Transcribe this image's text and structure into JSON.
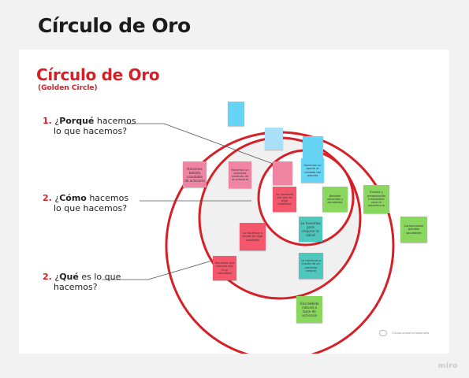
{
  "page_title": "Círculo de Oro",
  "board": {
    "title": "Círculo de Oro",
    "subtitle": "(Golden Circle)"
  },
  "questions": [
    {
      "num": "1.",
      "pre": "¿",
      "bold": "Porqué",
      "rest": " hacemos",
      "line2": "lo que hacemos?"
    },
    {
      "num": "2.",
      "pre": "¿",
      "bold": "Cómo",
      "rest": " hacemos",
      "line2": "lo que hacemos?"
    },
    {
      "num": "2.",
      "pre": "¿",
      "bold": "Qué",
      "rest": " es lo que",
      "line2": "hacemos?"
    }
  ],
  "colors": {
    "accent_red": "#d62027",
    "ring": "#d62027"
  },
  "notes": [
    {
      "text": "",
      "color": "blue"
    },
    {
      "text": "",
      "color": "lightblue"
    },
    {
      "text": "",
      "color": "blue"
    },
    {
      "text": "Hacemos bebida saludable de achicoria",
      "color": "pink"
    },
    {
      "text": "Hacemos un producto sustituto de la achicoria",
      "color": "pink"
    },
    {
      "text": "",
      "color": "pink"
    },
    {
      "text": "Hacemos un aporte al cuidado del planeta",
      "color": "blue"
    },
    {
      "text": "Lo hacemos por que es algo novedoso",
      "color": "red"
    },
    {
      "text": "Bebidas naturales y saludables",
      "color": "green"
    },
    {
      "text": "Envase y presentación innovadora para la experiencia",
      "color": "green"
    },
    {
      "text": "Comercializar bebidas saludables",
      "color": "green"
    },
    {
      "text": "Lo hacemos a través de algo saludable",
      "color": "red"
    },
    {
      "text": "Lo hacemos para mejorar la salud",
      "color": "teal"
    },
    {
      "text": "Hacemos que tomarlo sea muy saludable",
      "color": "red"
    },
    {
      "text": "Lo hacemos a través de un producto natural",
      "color": "teal"
    },
    {
      "text": "Una bebida natural a base de achicoria",
      "color": "green"
    }
  ],
  "footer": {
    "brand": "miro",
    "logo_text": "Círculo propio en desarrollo"
  }
}
